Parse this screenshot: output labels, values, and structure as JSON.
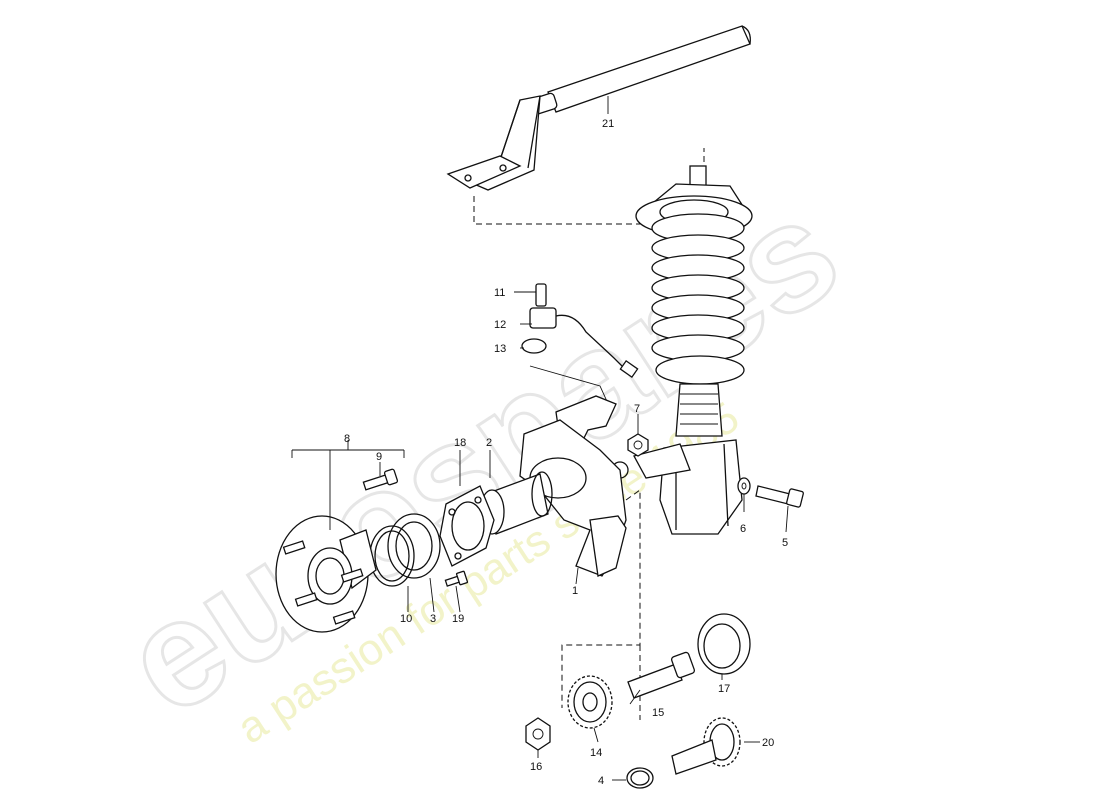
{
  "watermark": {
    "brand": "eurospares",
    "tagline": "a passion for parts since 1985",
    "color_brand": "#dcdcdc",
    "color_tagline": "#eef0b8"
  },
  "callouts": [
    {
      "id": "1",
      "label": "1"
    },
    {
      "id": "2",
      "label": "2"
    },
    {
      "id": "3",
      "label": "3"
    },
    {
      "id": "4",
      "label": "4"
    },
    {
      "id": "5",
      "label": "5"
    },
    {
      "id": "6",
      "label": "6"
    },
    {
      "id": "7",
      "label": "7"
    },
    {
      "id": "8",
      "label": "8"
    },
    {
      "id": "9",
      "label": "9"
    },
    {
      "id": "10",
      "label": "10"
    },
    {
      "id": "11",
      "label": "11"
    },
    {
      "id": "12",
      "label": "12"
    },
    {
      "id": "13",
      "label": "13"
    },
    {
      "id": "14",
      "label": "14"
    },
    {
      "id": "15",
      "label": "15"
    },
    {
      "id": "16",
      "label": "16"
    },
    {
      "id": "17",
      "label": "17"
    },
    {
      "id": "18",
      "label": "18"
    },
    {
      "id": "19",
      "label": "19"
    },
    {
      "id": "20",
      "label": "20"
    },
    {
      "id": "21",
      "label": "21"
    }
  ]
}
